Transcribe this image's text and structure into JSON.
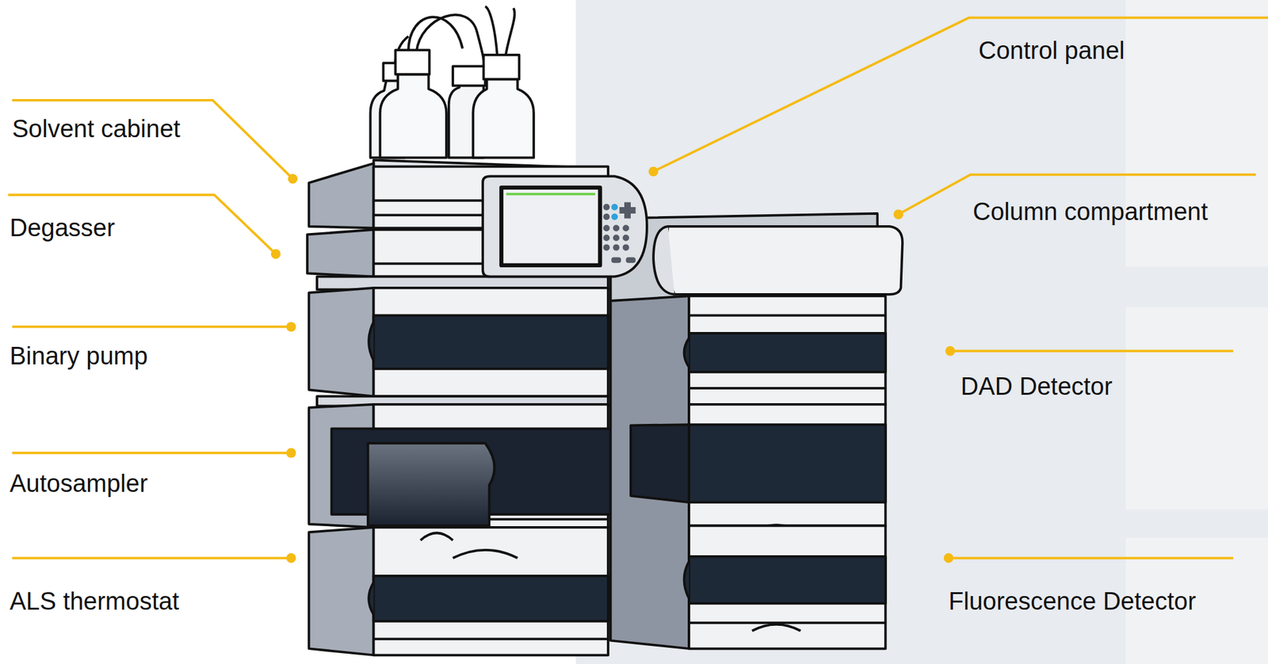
{
  "diagram": {
    "labels": [
      "Solvent cabinet",
      "Degasser",
      "Binary pump",
      "Autosampler",
      "ALS thermostat",
      "Control panel",
      "Column compartment",
      "DAD Detector",
      "Fluorescence Detector"
    ]
  }
}
